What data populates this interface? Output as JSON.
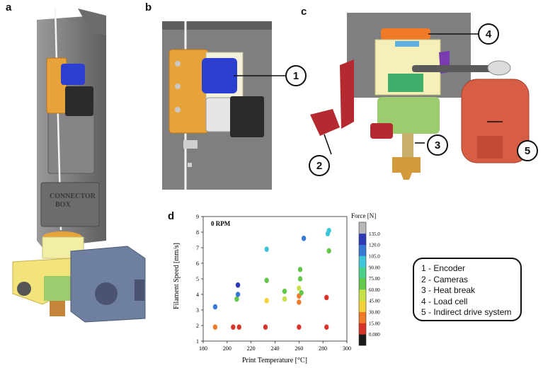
{
  "panels": {
    "a": "a",
    "b": "b",
    "c": "c",
    "d": "d"
  },
  "labels_a": {
    "connector_line1": "CONNECTOR",
    "connector_line2": "BOX"
  },
  "callouts": [
    "1",
    "2",
    "3",
    "4",
    "5"
  ],
  "legend": [
    "1 - Encoder",
    "2 - Cameras",
    "3 - Heat break",
    "4 - Load cell",
    "5 - Indirect drive system"
  ],
  "colors": {
    "frame_gray": "#7a7a7c",
    "encoder_orange": "#e8a23a",
    "encoder_blue": "#2d3fd0",
    "motor_black": "#2b2b2b",
    "load_cell_yellow": "#f2eea5",
    "heat_green": "#9ccc6e",
    "drive_red": "#d85d45",
    "camera_red": "#b52a30",
    "body_slate": "#6f7fa0"
  },
  "chart_data": {
    "type": "scatter",
    "annotation": "0 RPM",
    "xlabel": "Print Temperature [°C]",
    "ylabel": "Filament Speed [mm/s]",
    "xlim": [
      180,
      300
    ],
    "ylim": [
      1,
      9
    ],
    "x_ticks": [
      "180",
      "200",
      "220",
      "240",
      "260",
      "280",
      "300"
    ],
    "y_ticks": [
      "1",
      "2",
      "3",
      "4",
      "5",
      "6",
      "7",
      "8",
      "9"
    ],
    "colorbar": {
      "title": "Force [N]",
      "min": 0,
      "max": 150,
      "ticks": [
        "0.000",
        "15.00",
        "30.00",
        "45.00",
        "60.00",
        "75.00",
        "90.00",
        "105.0",
        "120.0",
        "135.0"
      ],
      "colors": [
        "#1a1a1a",
        "#d8352a",
        "#f07a28",
        "#f2d23a",
        "#c8e04a",
        "#63c84a",
        "#4ad08a",
        "#3ec6d8",
        "#3a78d8",
        "#2a3ab8",
        "#b8b8b8"
      ]
    },
    "points": [
      {
        "x": 190,
        "y": 1.9,
        "force": 15
      },
      {
        "x": 190,
        "y": 3.2,
        "force": 118
      },
      {
        "x": 205,
        "y": 1.9,
        "force": 12
      },
      {
        "x": 210,
        "y": 1.9,
        "force": 12
      },
      {
        "x": 208,
        "y": 3.7,
        "force": 62
      },
      {
        "x": 209,
        "y": 4.0,
        "force": 108
      },
      {
        "x": 209,
        "y": 4.6,
        "force": 120
      },
      {
        "x": 232,
        "y": 1.9,
        "force": 12
      },
      {
        "x": 233,
        "y": 3.6,
        "force": 42
      },
      {
        "x": 233,
        "y": 4.9,
        "force": 70
      },
      {
        "x": 233,
        "y": 6.9,
        "force": 92
      },
      {
        "x": 248,
        "y": 3.7,
        "force": 48
      },
      {
        "x": 248,
        "y": 4.2,
        "force": 72
      },
      {
        "x": 260,
        "y": 1.9,
        "force": 12
      },
      {
        "x": 260,
        "y": 3.5,
        "force": 25
      },
      {
        "x": 260,
        "y": 3.9,
        "force": 22
      },
      {
        "x": 260,
        "y": 4.4,
        "force": 58
      },
      {
        "x": 261,
        "y": 5.0,
        "force": 68
      },
      {
        "x": 261,
        "y": 5.6,
        "force": 74
      },
      {
        "x": 262,
        "y": 4.1,
        "force": 62
      },
      {
        "x": 264,
        "y": 7.6,
        "force": 112
      },
      {
        "x": 283,
        "y": 1.9,
        "force": 12
      },
      {
        "x": 283,
        "y": 3.8,
        "force": 14
      },
      {
        "x": 285,
        "y": 6.8,
        "force": 72
      },
      {
        "x": 284,
        "y": 7.9,
        "force": 98
      },
      {
        "x": 285,
        "y": 8.1,
        "force": 95
      }
    ]
  }
}
